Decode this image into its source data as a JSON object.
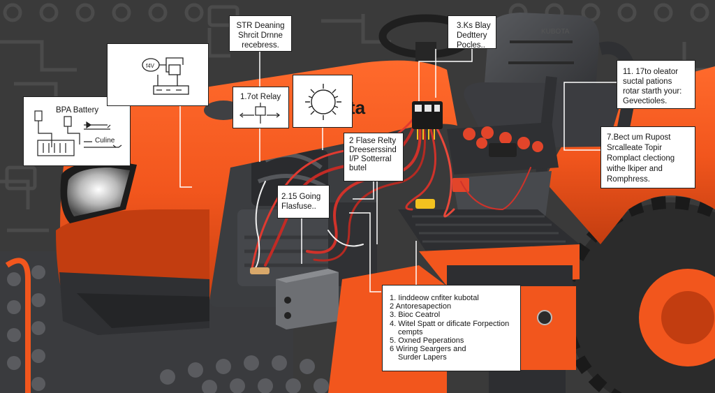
{
  "image": {
    "subject": "orange compact tractor electrical system illustration",
    "colors": {
      "body_orange": "#f2561d",
      "dark_orange": "#c23d10",
      "engine_gray": "#3b3d40",
      "background": "#3a3a3a",
      "callout_bg": "#ffffff",
      "leader_line": "#ffffff",
      "wire_red": "#d0322a",
      "tire_dark": "#2b2b2b"
    },
    "hood_brand_text": "ta",
    "seat_brand_text": "KUBOTA"
  },
  "callouts": {
    "battery": {
      "label": "BPA Battery",
      "sublabel": "Culine"
    },
    "symbol_box": {
      "icon": "relay-schematic-icon"
    },
    "relay": {
      "label": "1.7ot Relay"
    },
    "starter": {
      "lines": [
        "STR Deaning",
        "Shrcit Drnne",
        "recebress."
      ]
    },
    "gear": {
      "icon": "gear-schematic-icon"
    },
    "panel": {
      "lines": [
        "3.Ks Blay",
        "Dedttery",
        "Pocles.."
      ]
    },
    "ignition": {
      "lines": [
        "11. 17to oleator",
        "suctal pations",
        "rotar starth your:",
        "Gevectioles."
      ]
    },
    "fuse_relay": {
      "lines": [
        "2 Flase Relty",
        "Dreeserssind",
        "I/P Sotterral",
        "butel"
      ]
    },
    "routing": {
      "lines": [
        "7.Bect um Rupost",
        "Srcalleate Topir",
        "Romplact clectiong",
        "withe lkiper and",
        "Romphress."
      ]
    },
    "fusebox": {
      "lines": [
        "2.15 Going",
        "Flasfuse.."
      ]
    },
    "checklist": {
      "items": [
        {
          "text": "1. Iinddeow cnfiter kubotal"
        },
        {
          "text": "2 Antoresapection"
        },
        {
          "text": "3. Bioc Ceatrol"
        },
        {
          "text": "4. Witel Spatt or dificate Forpection",
          "cont": "cempts"
        },
        {
          "text": "5. Oxned Peperations"
        },
        {
          "text": "6 Wiring Seargers and",
          "cont": "Surder Lapers"
        }
      ]
    }
  }
}
